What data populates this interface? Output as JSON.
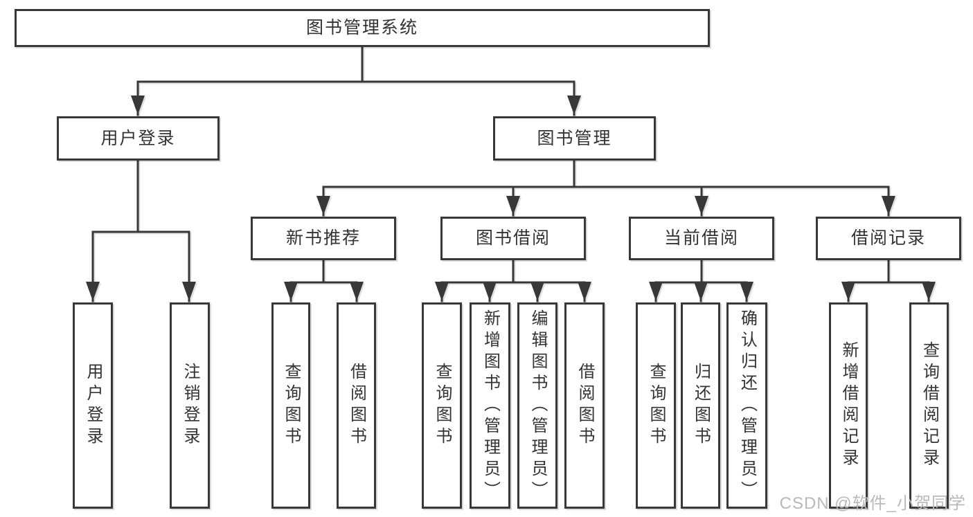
{
  "root": {
    "label": "图书管理系统"
  },
  "level1": [
    {
      "label": "用户登录"
    },
    {
      "label": "图书管理"
    }
  ],
  "level2": [
    {
      "label": "新书推荐"
    },
    {
      "label": "图书借阅"
    },
    {
      "label": "当前借阅"
    },
    {
      "label": "借阅记录"
    }
  ],
  "leaves": {
    "user_login": [
      {
        "label": "用户登录"
      },
      {
        "label": "注销登录"
      }
    ],
    "new_book": [
      {
        "label": "查询图书"
      },
      {
        "label": "借阅图书"
      }
    ],
    "book_borrow": [
      {
        "label": "查询图书"
      },
      {
        "label": "新增图书（管理员）"
      },
      {
        "label": "编辑图书（管理员）"
      },
      {
        "label": "借阅图书"
      }
    ],
    "current_borrow": [
      {
        "label": "查询图书"
      },
      {
        "label": "归还图书"
      },
      {
        "label": "确认归还（管理员）"
      }
    ],
    "borrow_records": [
      {
        "label": "新增借阅记录"
      },
      {
        "label": "查询借阅记录"
      }
    ]
  },
  "watermark": "CSDN @软件_小贺同学",
  "colors": {
    "line": "#383838",
    "text": "#333333",
    "watermark": "#b9b9b9",
    "background": "#ffffff"
  }
}
